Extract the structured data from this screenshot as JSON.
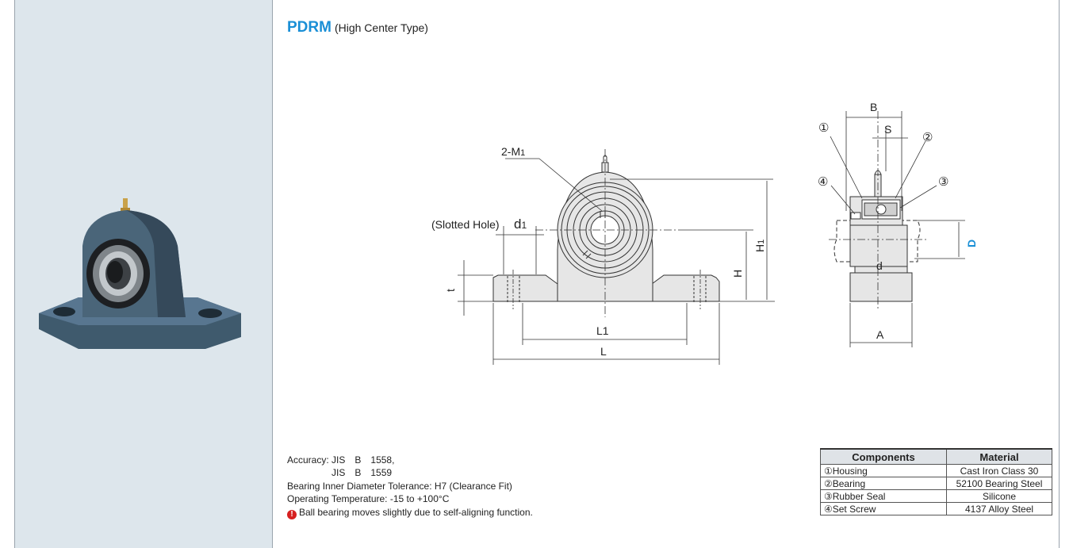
{
  "title": {
    "main": "PDRM",
    "sub": "(High Center Type)"
  },
  "drawing_labels": {
    "front": {
      "m1": "2-M",
      "m1_sub": "1",
      "slotted": "(Slotted Hole)",
      "d1": "d",
      "d1_sub": "1",
      "t": "t",
      "h": "H",
      "h1": "H",
      "h1_sub": "1",
      "l1": "L1",
      "l": "L"
    },
    "side": {
      "b": "B",
      "s": "S",
      "n1": "①",
      "n2": "②",
      "n3": "③",
      "n4": "④",
      "d_big": "D",
      "d_small": "d",
      "a": "A"
    }
  },
  "specs": {
    "accuracy_label": "Accuracy:",
    "jis1_a": "JIS",
    "jis1_b": "B",
    "jis1_c": "1558,",
    "jis2_a": "JIS",
    "jis2_b": "B",
    "jis2_c": "1559",
    "tolerance": "Bearing Inner Diameter Tolerance: H7 (Clearance Fit)",
    "temperature": "Operating Temperature: -15 to +100°C",
    "warning_icon": "!",
    "warning": "Ball bearing moves slightly due to self-aligning function."
  },
  "materials_table": {
    "headers": [
      "Components",
      "Material"
    ],
    "rows": [
      [
        "①Housing",
        "Cast Iron Class 30"
      ],
      [
        "②Bearing",
        "52100 Bearing Steel"
      ],
      [
        "③Rubber Seal",
        "Silicone"
      ],
      [
        "④Set Screw",
        "4137 Alloy Steel"
      ]
    ]
  },
  "colors": {
    "title_blue": "#1a8fd6",
    "dimension_blue": "#1a8fd6",
    "housing_grey": "#e6e6e6",
    "photo_bg": "#dde6ec",
    "warning_red": "#d62020"
  }
}
